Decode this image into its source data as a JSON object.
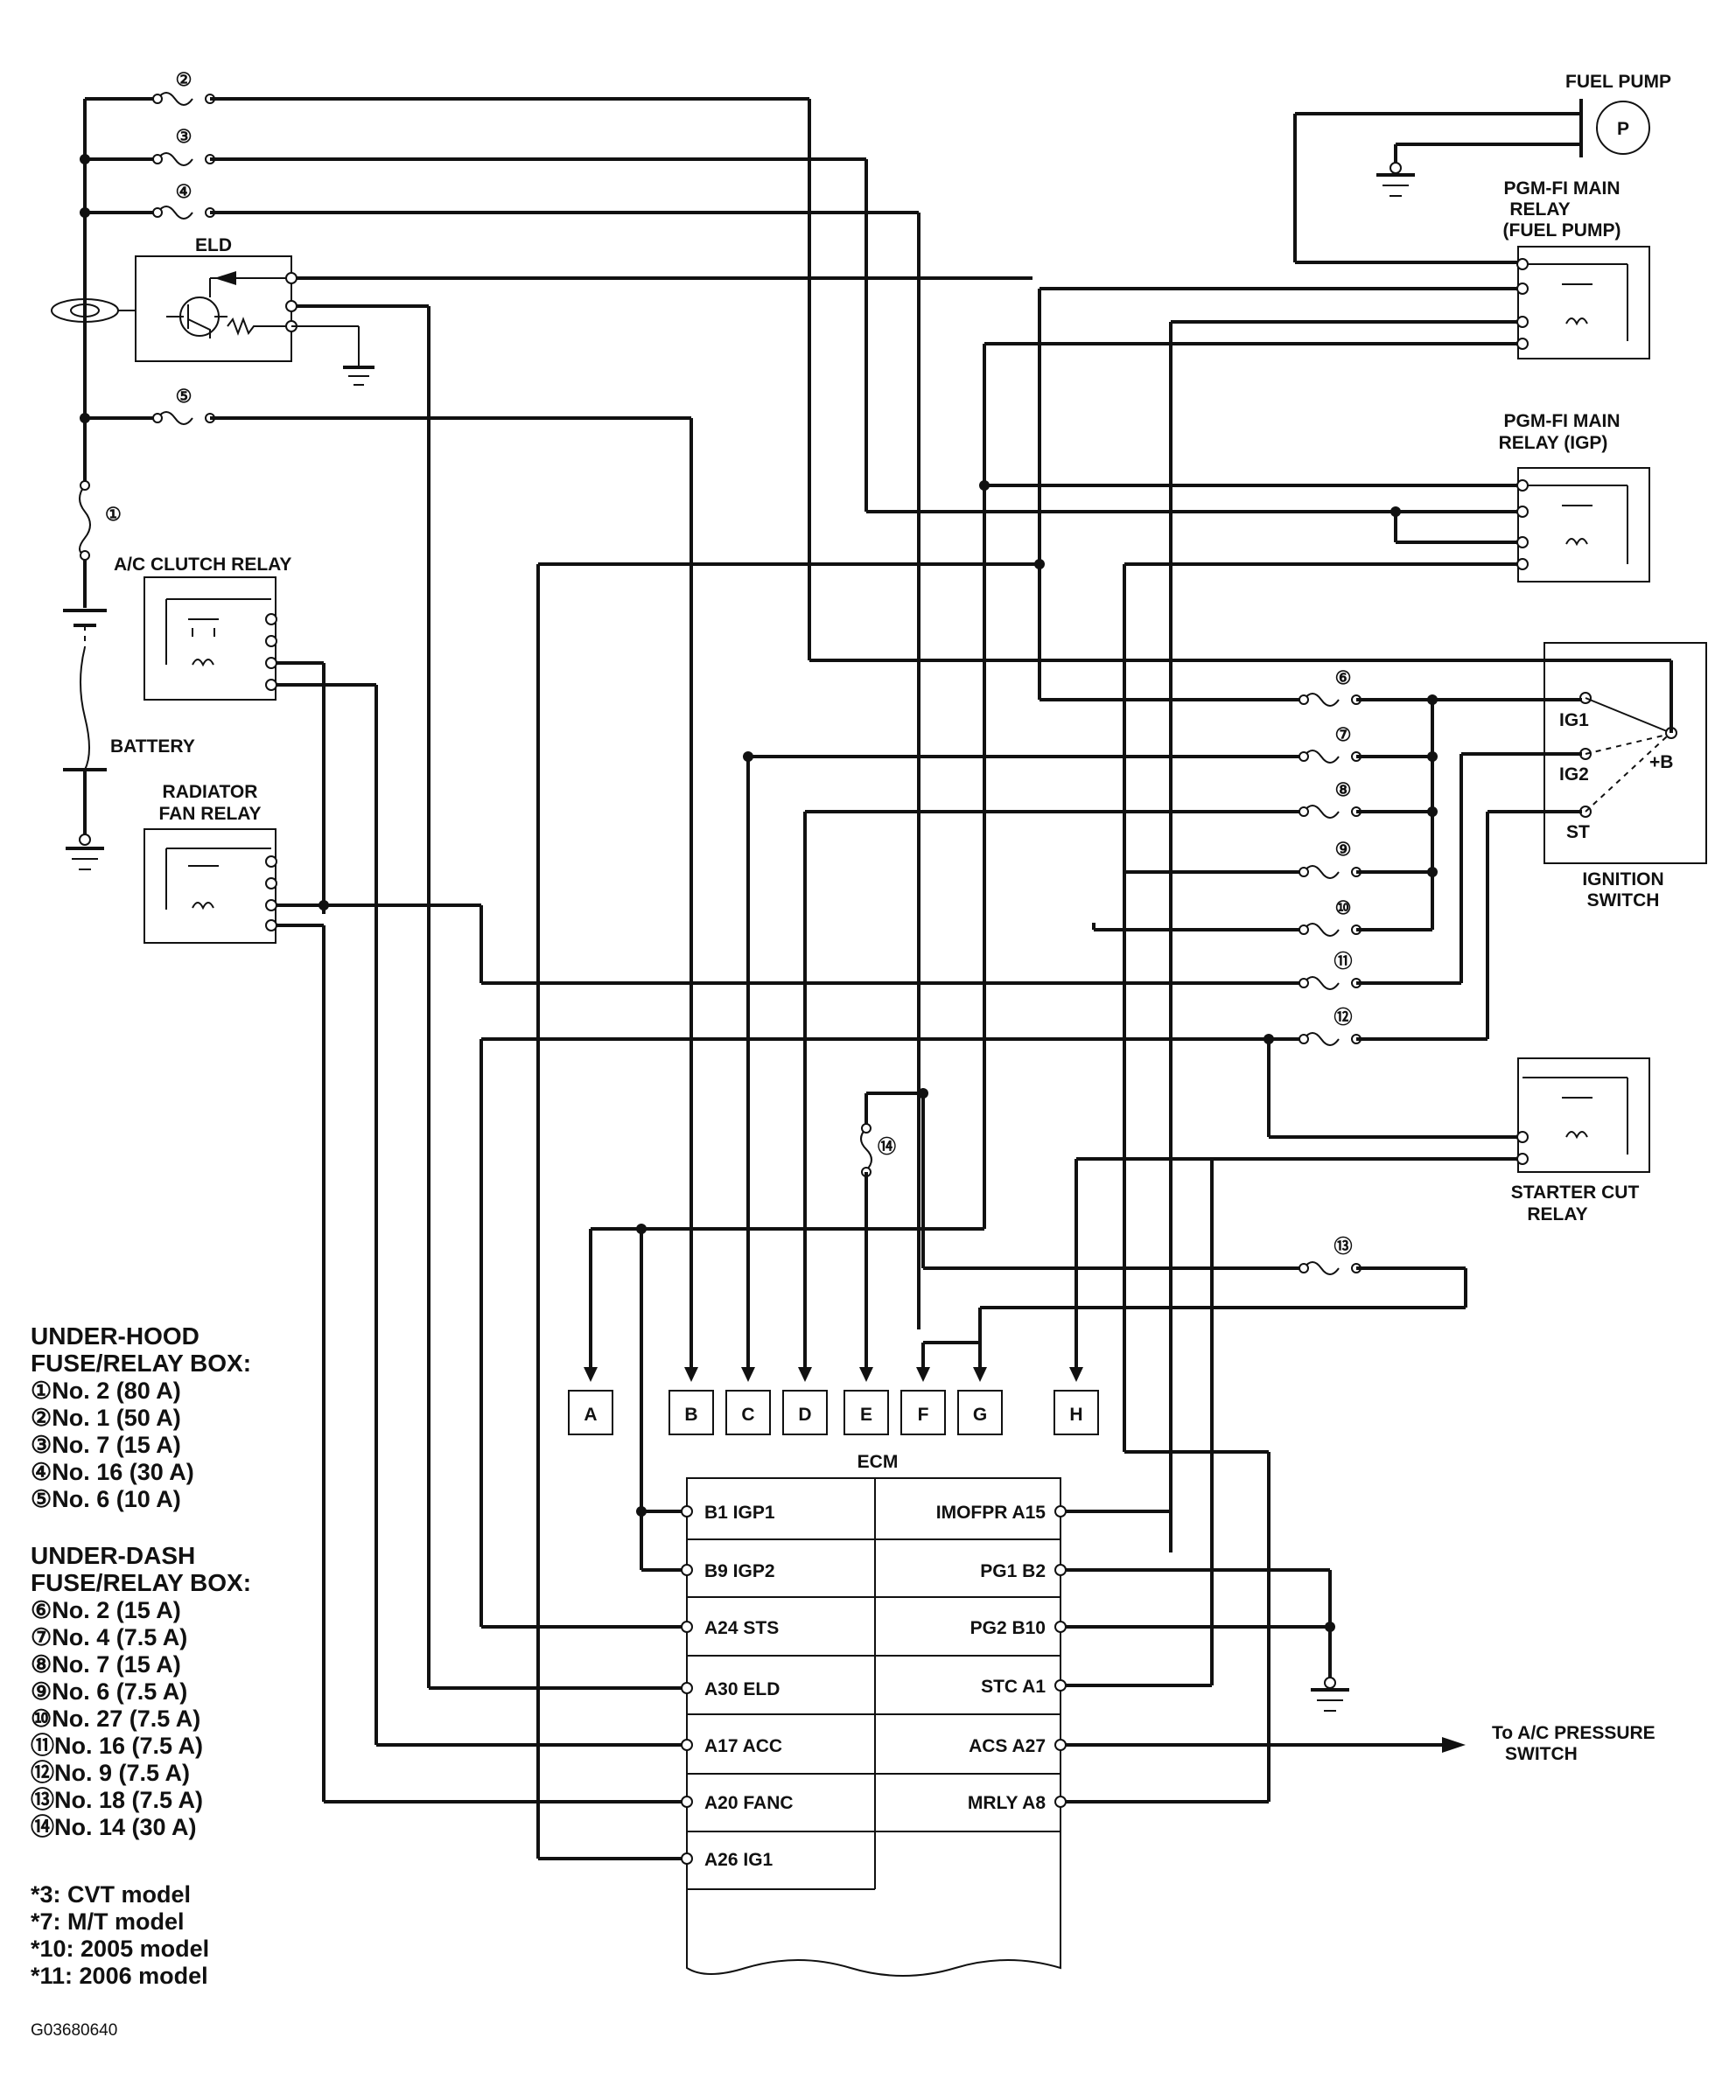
{
  "components": {
    "fuel_pump": "FUEL PUMP",
    "fuel_pump_symbol": "P",
    "pgm_main_relay_fuel": [
      "PGM-FI MAIN",
      "RELAY",
      "(FUEL PUMP)"
    ],
    "pgm_main_relay_igp": [
      "PGM-FI MAIN",
      "RELAY (IGP)"
    ],
    "eld": "ELD",
    "ac_clutch_relay": "A/C CLUTCH RELAY",
    "battery": "BATTERY",
    "radiator_fan_relay": [
      "RADIATOR",
      "FAN RELAY"
    ],
    "ignition_switch": [
      "IGNITION",
      "SWITCH"
    ],
    "ignition_terminals": {
      "ig1": "IG1",
      "ig2": "IG2",
      "st": "ST",
      "b": "+B"
    },
    "starter_cut_relay": [
      "STARTER CUT",
      "RELAY"
    ],
    "ecm": "ECM",
    "ac_pressure": [
      "To A/C PRESSURE",
      "SWITCH"
    ]
  },
  "fuse_markers": [
    "①",
    "②",
    "③",
    "④",
    "⑤",
    "⑥",
    "⑦",
    "⑧",
    "⑨",
    "⑩",
    "⑪",
    "⑫",
    "⑬",
    "⑭"
  ],
  "connectors": [
    "A",
    "B",
    "C",
    "D",
    "E",
    "F",
    "G",
    "H"
  ],
  "ecm_pins_left": [
    "B1 IGP1",
    "B9 IGP2",
    "A24 STS",
    "A30 ELD",
    "A17 ACC",
    "A20 FANC",
    "A26 IG1"
  ],
  "ecm_pins_right": [
    "IMOFPR A15",
    "PG1 B2",
    "PG2 B10",
    "STC A1",
    "ACS A27",
    "MRLY A8"
  ],
  "legend": {
    "under_hood_title": [
      "UNDER-HOOD",
      "FUSE/RELAY BOX:"
    ],
    "under_hood_items": [
      "①No. 2 (80 A)",
      "②No. 1 (50 A)",
      "③No. 7 (15 A)",
      "④No. 16 (30 A)",
      "⑤No. 6 (10 A)"
    ],
    "under_dash_title": [
      "UNDER-DASH",
      "FUSE/RELAY BOX:"
    ],
    "under_dash_items": [
      "⑥No. 2 (15 A)",
      "⑦No. 4 (7.5 A)",
      "⑧No. 7 (15 A)",
      "⑨No. 6 (7.5 A)",
      "⑩No. 27 (7.5 A)",
      "⑪No. 16 (7.5 A)",
      "⑫No. 9 (7.5 A)",
      "⑬No. 18 (7.5 A)",
      "⑭No. 14 (30 A)"
    ],
    "notes": [
      "*3: CVT model",
      "*7: M/T model",
      "*10: 2005 model",
      "*11: 2006 model"
    ]
  },
  "figure_code": "G03680640"
}
